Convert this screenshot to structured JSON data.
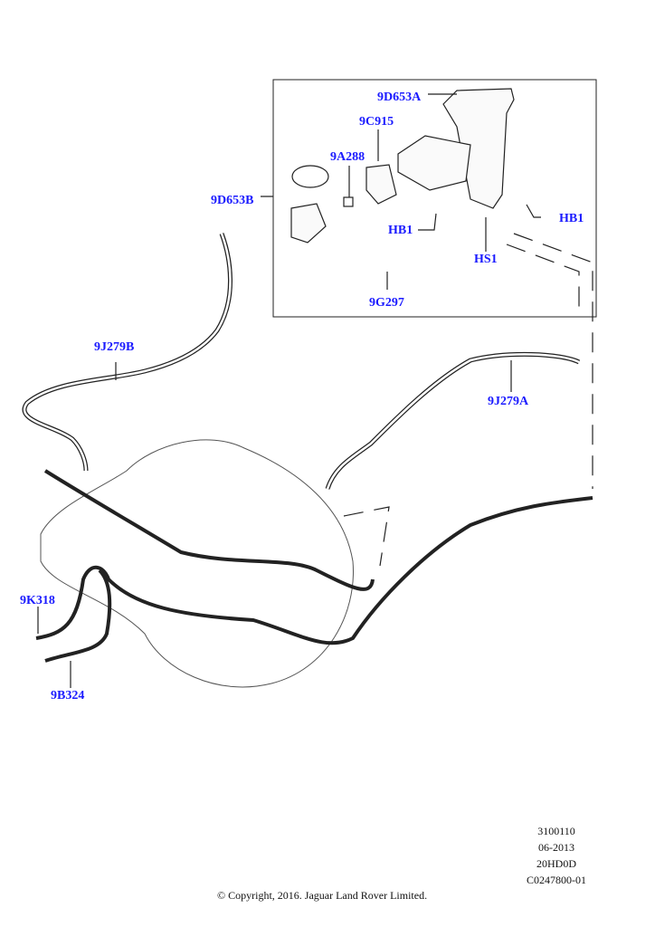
{
  "callouts": {
    "c9D653A": "9D653A",
    "c9C915": "9C915",
    "c9A288": "9A288",
    "c9D653B": "9D653B",
    "cHB1a": "HB1",
    "cHB1b": "HB1",
    "cHS1": "HS1",
    "c9G297": "9G297",
    "c9J279B": "9J279B",
    "c9J279A": "9J279A",
    "c9K318": "9K318",
    "c9B324": "9B324"
  },
  "footer": {
    "line1": "3100110",
    "line2": "06-2013",
    "line3": "20HD0D",
    "line4": "C0247800-01",
    "copyright": "© Copyright, 2016. Jaguar Land Rover Limited."
  },
  "colors": {
    "callout": "#1a1aff",
    "line": "#111111"
  }
}
